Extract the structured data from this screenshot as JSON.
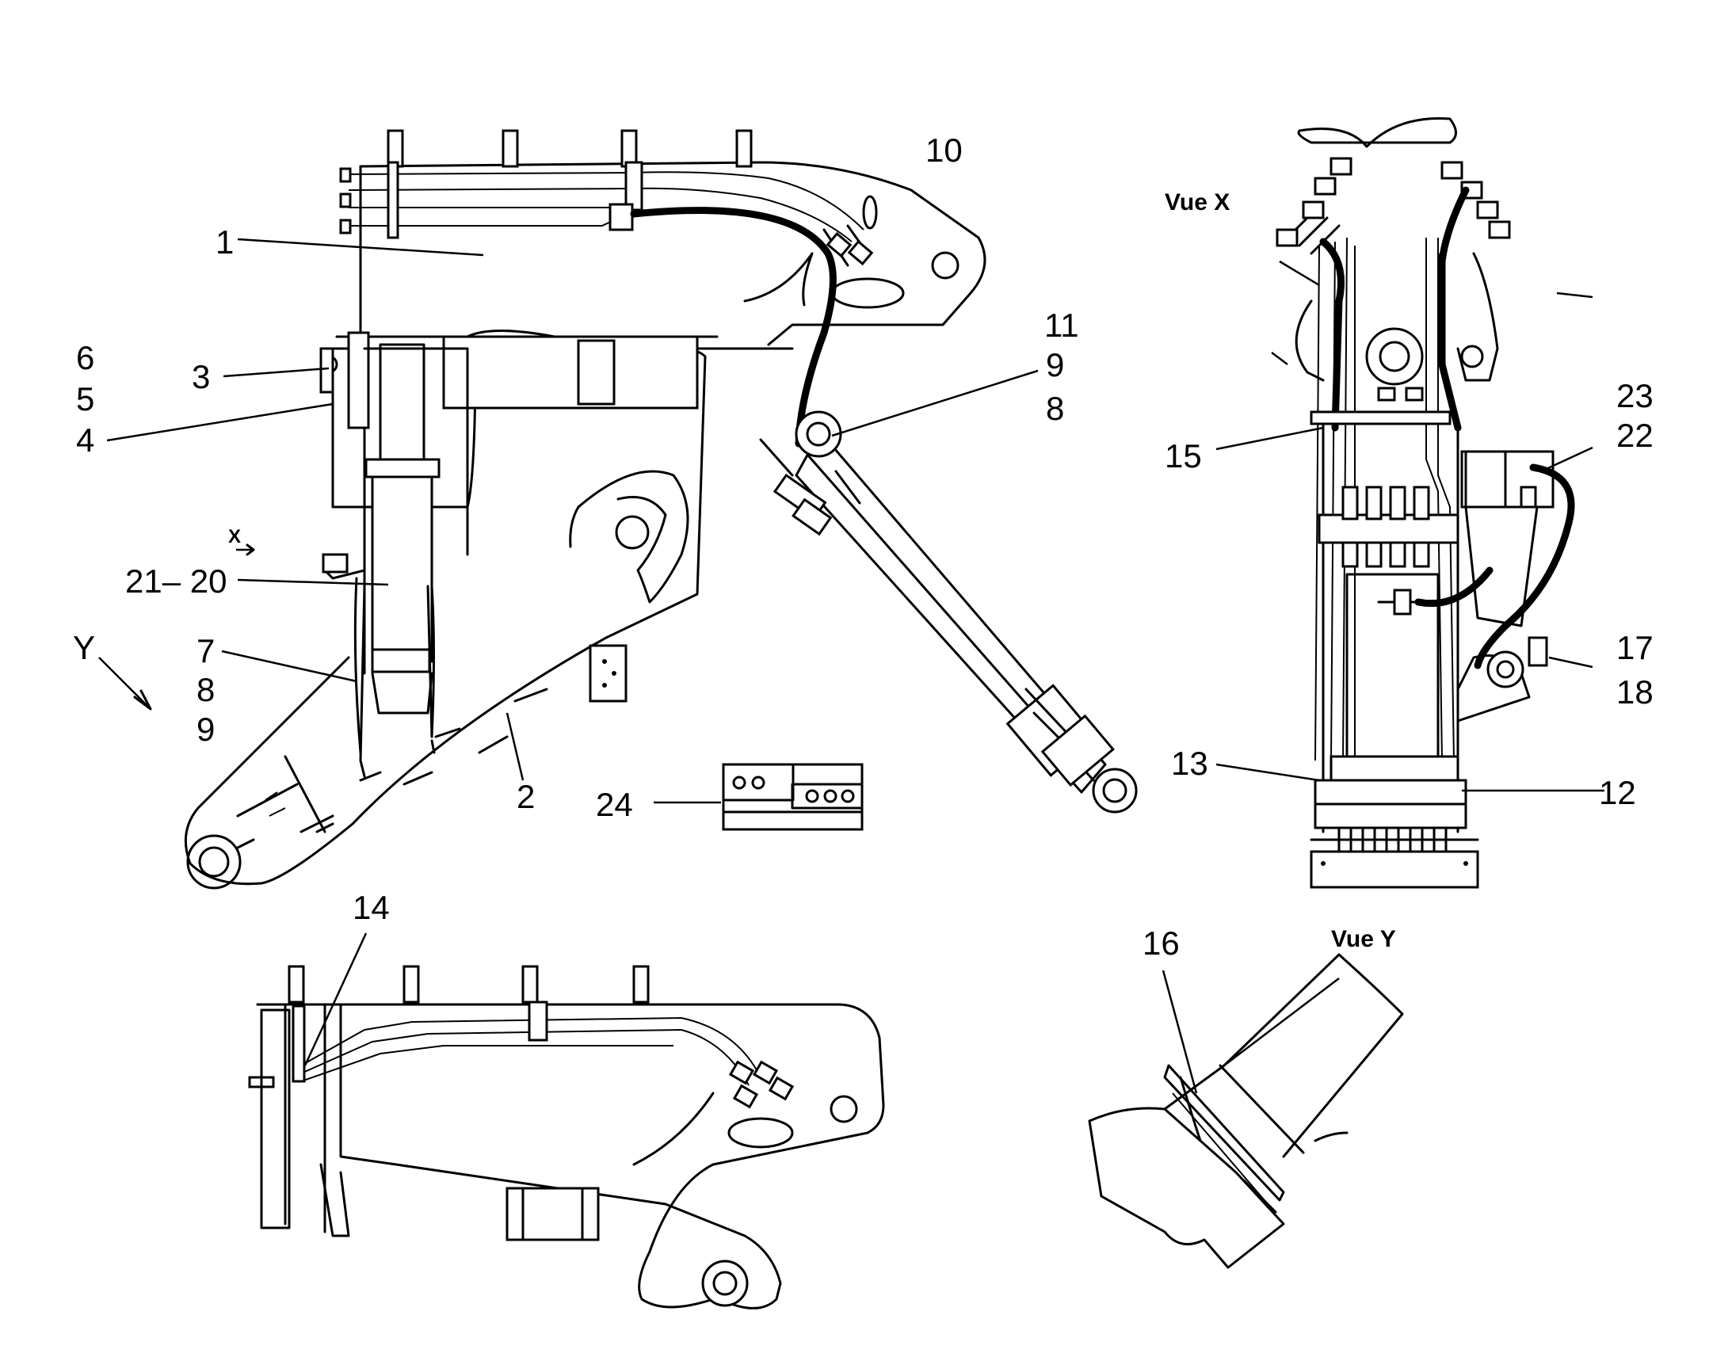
{
  "view_labels": {
    "view_x": "Vue X",
    "view_y": "Vue Y",
    "arrow_x": "X",
    "arrow_y": "Y"
  },
  "callouts": {
    "c1": "1",
    "c2": "2",
    "c3": "3",
    "c4": "4",
    "c5": "5",
    "c6": "6",
    "c7": "7",
    "c8a": "8",
    "c9a": "9",
    "c10": "10",
    "c11": "11",
    "c9b": "9",
    "c8b": "8",
    "c2120": "21– 20",
    "c24": "24",
    "c15": "15",
    "c23": "23",
    "c22": "22",
    "c17": "17",
    "c18": "18",
    "c13": "13",
    "c12": "12",
    "c14": "14",
    "c16": "16"
  }
}
